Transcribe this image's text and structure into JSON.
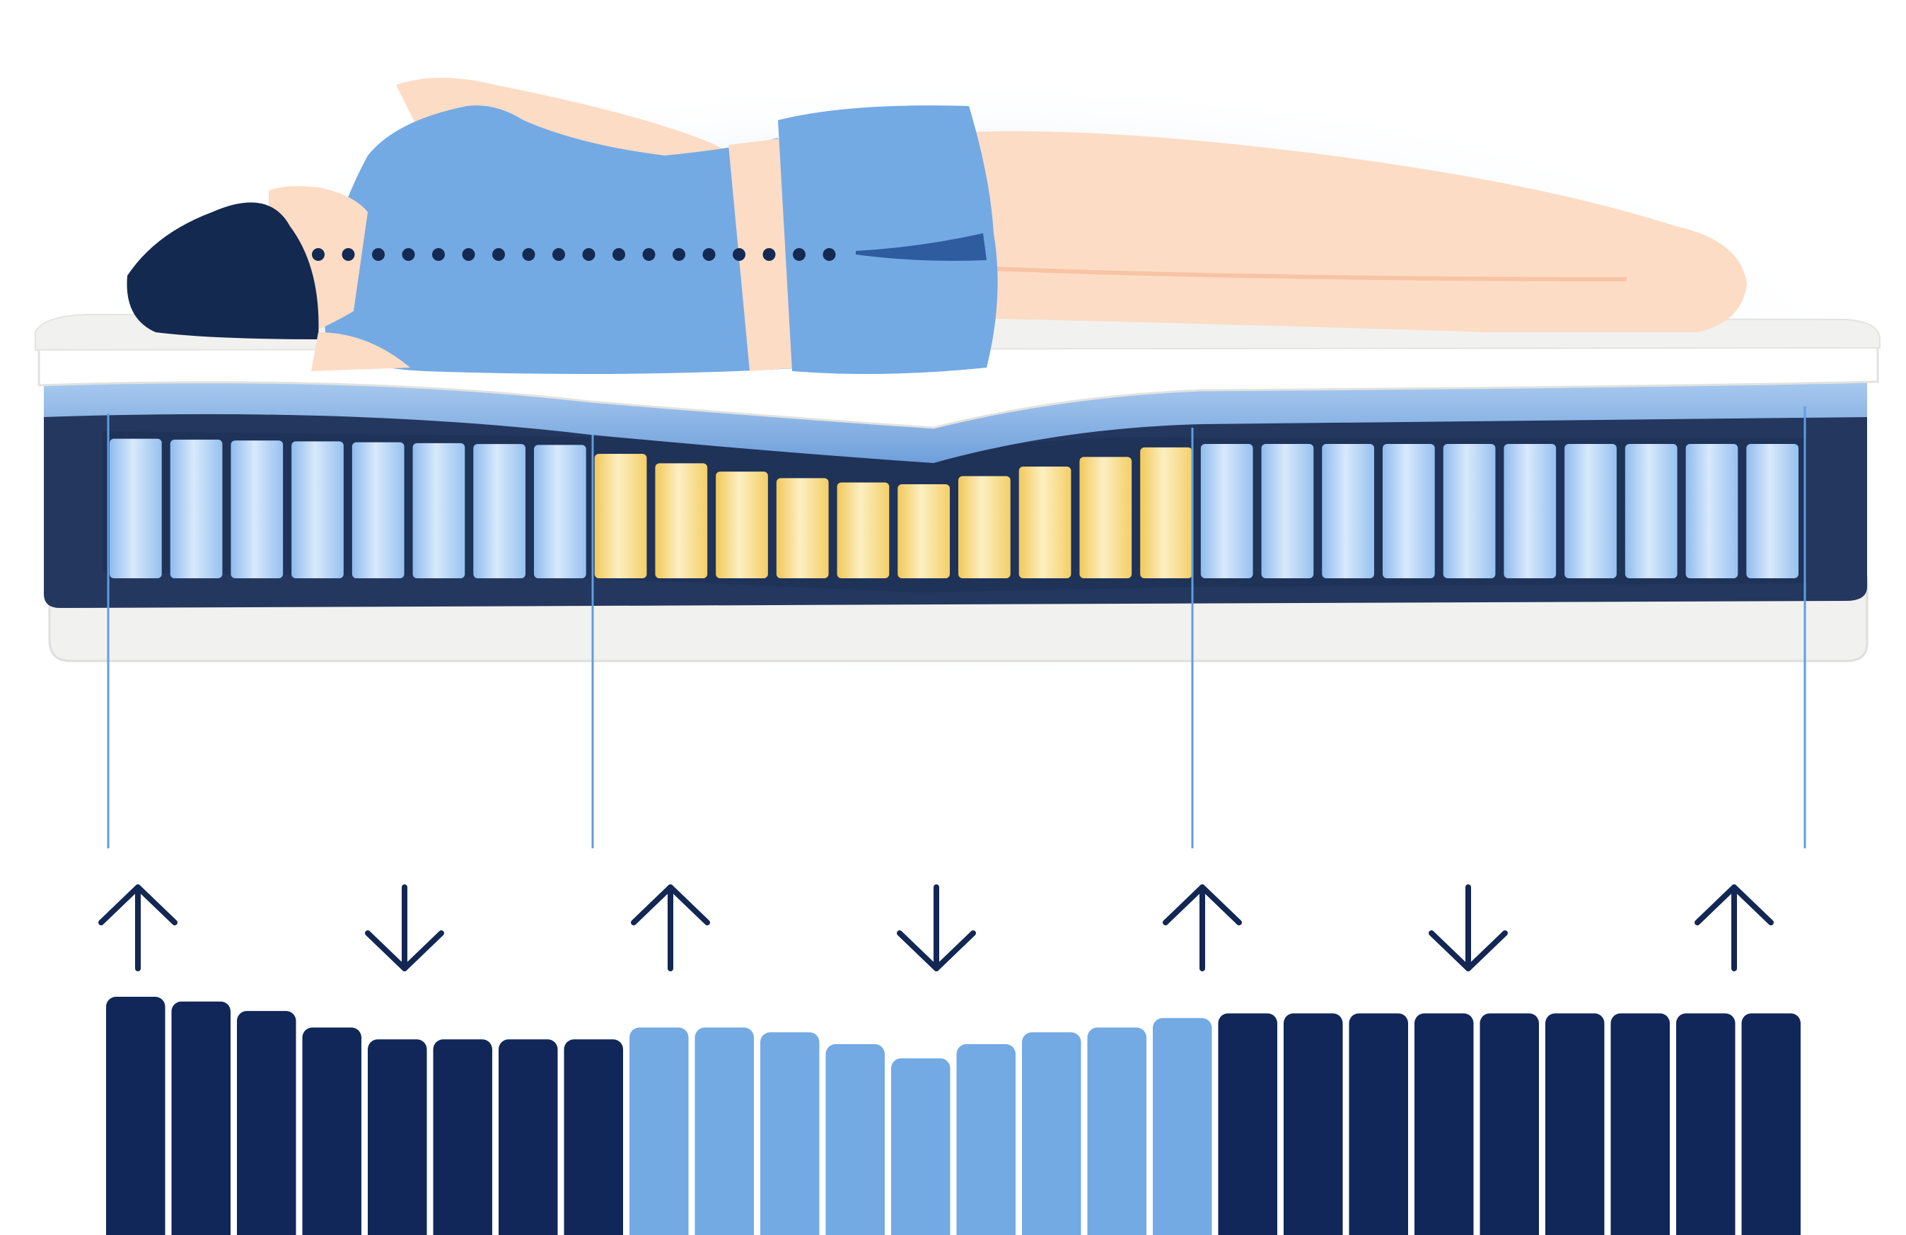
{
  "colors": {
    "background": "#ffffff",
    "glow": "#dcebfb",
    "skin": "#fddcc5",
    "skin_shadow": "#f7c4a4",
    "clothing": "#74aae3",
    "clothing_dark": "#2e5c9f",
    "hair": "#14294f",
    "spine_dots": "#142a52",
    "mattress_top": "#f3f3f1",
    "mattress_cover": "#ffffff",
    "foam_band": "#86b3e6",
    "frame_dark": "#24375e",
    "coil_blue": "#a9cdf5",
    "coil_blue_light": "#d8e9fb",
    "coil_yellow": "#f8d97c",
    "coil_yellow_light": "#fcefc2",
    "guide_line": "#5f9ee0",
    "arrow": "#132754",
    "bar_firm": "#11275a",
    "bar_soft": "#74aae3"
  },
  "figure": {
    "pose": "side-sleeper",
    "spine_alignment": "straight",
    "icon": "woman-lying-on-side-icon"
  },
  "mattress": {
    "coil_count": 28,
    "coil_tints": [
      "blue",
      "blue",
      "blue",
      "blue",
      "blue",
      "blue",
      "blue",
      "blue",
      "yellow",
      "yellow",
      "yellow",
      "yellow",
      "yellow",
      "yellow",
      "yellow",
      "yellow",
      "yellow",
      "yellow",
      "blue",
      "blue",
      "blue",
      "blue",
      "blue",
      "blue",
      "blue",
      "blue",
      "blue",
      "blue"
    ]
  },
  "zone_arrows": [
    "up",
    "down",
    "up",
    "down",
    "up",
    "down",
    "up"
  ],
  "support_bars": {
    "count": 26,
    "relative_heights": [
      1.0,
      0.98,
      0.94,
      0.87,
      0.82,
      0.82,
      0.82,
      0.82,
      0.87,
      0.87,
      0.85,
      0.8,
      0.74,
      0.8,
      0.85,
      0.87,
      0.91,
      0.93,
      0.93,
      0.93,
      0.93,
      0.93,
      0.93,
      0.93,
      0.93,
      0.93
    ],
    "firmness": [
      "firm",
      "firm",
      "firm",
      "firm",
      "firm",
      "firm",
      "firm",
      "firm",
      "soft",
      "soft",
      "soft",
      "soft",
      "soft",
      "soft",
      "soft",
      "soft",
      "soft",
      "firm",
      "firm",
      "firm",
      "firm",
      "firm",
      "firm",
      "firm",
      "firm",
      "firm"
    ]
  }
}
